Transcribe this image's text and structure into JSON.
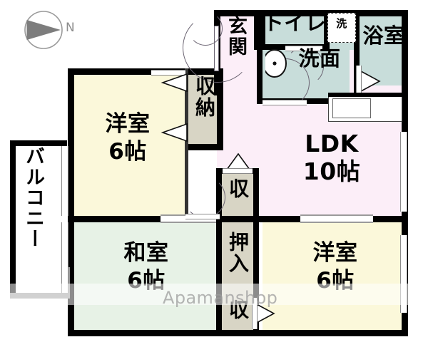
{
  "plan": {
    "watermark": "Apamanshop",
    "compass": {
      "label": "N",
      "icon": "compass-north-icon"
    },
    "colors": {
      "wall": "#000000",
      "washitsu": "#e7f2e6",
      "yoshitsu": "#fbf8da",
      "ldk": "#fceef8",
      "wet_area": "#c8ddda",
      "closet": "#d8d5c5",
      "balcony": "#ffffff",
      "watermark": "#9d9d9d"
    },
    "rooms": [
      {
        "id": "balcony",
        "name": "balcony",
        "label": "バルコニー",
        "area": "",
        "orientation": "vertical"
      },
      {
        "id": "yoshitsu_nw",
        "name": "western-room-nw",
        "label": "洋室",
        "area": "6帖",
        "orientation": "horizontal"
      },
      {
        "id": "washitsu_sw",
        "name": "japanese-room-sw",
        "label": "和室",
        "area": "6帖",
        "orientation": "horizontal"
      },
      {
        "id": "yoshitsu_se",
        "name": "western-room-se",
        "label": "洋室",
        "area": "6帖",
        "orientation": "horizontal"
      },
      {
        "id": "ldk",
        "name": "living-dining-kitchen",
        "label": "LDK",
        "area": "10帖",
        "orientation": "horizontal"
      },
      {
        "id": "genkan",
        "name": "entrance",
        "label": "玄関",
        "area": "",
        "orientation": "vertical"
      },
      {
        "id": "toilet",
        "name": "toilet",
        "label": "トイレ",
        "area": "",
        "orientation": "horizontal"
      },
      {
        "id": "senmen",
        "name": "washbasin-room",
        "label": "洗面",
        "area": "",
        "orientation": "horizontal"
      },
      {
        "id": "bath",
        "name": "bathroom",
        "label": "浴室",
        "area": "",
        "orientation": "horizontal"
      },
      {
        "id": "washer",
        "name": "washing-machine-space",
        "label": "洗",
        "area": "",
        "orientation": "horizontal"
      }
    ],
    "storages": [
      {
        "id": "shunou_nw",
        "name": "closet-north",
        "label": "収納",
        "orientation": "vertical"
      },
      {
        "id": "shu_mid_top",
        "name": "closet-center-top",
        "label": "収",
        "orientation": "vertical"
      },
      {
        "id": "oshiire",
        "name": "closet-center-oshiire",
        "label": "押入",
        "orientation": "vertical"
      },
      {
        "id": "shu_mid_bot",
        "name": "closet-center-bottom",
        "label": "収",
        "orientation": "vertical"
      }
    ],
    "fixtures": [
      {
        "id": "toilet_bowl",
        "name": "toilet-bowl-icon"
      },
      {
        "id": "sink_unit",
        "name": "kitchen-sink-icon"
      },
      {
        "id": "stove_unit",
        "name": "kitchen-counter-icon"
      }
    ]
  }
}
